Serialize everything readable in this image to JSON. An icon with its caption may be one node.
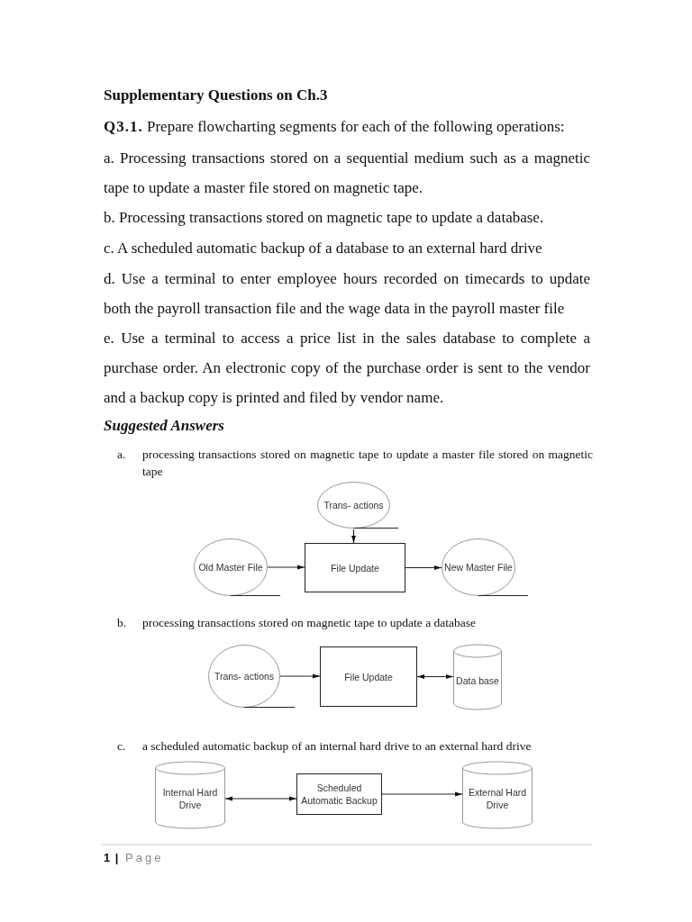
{
  "diagram": {
    "title": "Supplementary Questions on Ch.3",
    "nodes": [
      {
        "text": [
          "Trans- actions"
        ]
      },
      {
        "text": [
          "Old Master File"
        ]
      },
      {
        "text": [
          "File Update"
        ]
      },
      {
        "text": [
          "New Master File"
        ]
      },
      {
        "text": [
          "Trans- actions"
        ]
      },
      {
        "text": [
          "File Update"
        ]
      },
      {
        "text": [
          "Data base"
        ]
      },
      {
        "text": [
          "Internal Hard Drive"
        ]
      },
      {
        "text": [
          "Scheduled Automatic Backup"
        ]
      },
      {
        "text": [
          "External Hard Drive"
        ]
      }
    ],
    "edges": [
      {
        "from": 0,
        "to": 2,
        "arrow": "to"
      },
      {
        "from": 1,
        "to": 2,
        "arrow": "to"
      },
      {
        "from": 2,
        "to": 3,
        "arrow": "to"
      },
      {
        "from": 4,
        "to": 5,
        "arrow": "to"
      },
      {
        "from": 5,
        "to": 6,
        "arrow": "both"
      },
      {
        "from": 7,
        "to": 8,
        "arrow": "both"
      },
      {
        "from": 8,
        "to": 9,
        "arrow": "to"
      }
    ],
    "labels": [
      "**Q3.1.** Prepare flowcharting segments for each of the following operations:",
      "a. Processing transactions stored on a sequential medium such as a magnetic tape to update a master file stored on magnetic tape.",
      "b. Processing transactions stored on magnetic tape to update a database.",
      "c. A scheduled automatic backup of a database to an external hard drive",
      "d. Use a terminal to enter employee hours recorded on timecards to update both the payroll transaction file and the wage data in the payroll master file",
      "e. Use a terminal to access a price list in the sales database to complete a purchase order. An electronic copy of the purchase order is sent to the vendor and a backup copy is printed and filed by vendor name.",
      "Suggested Answers",
      "a.",
      "processing transactions stored on magnetic tape to update a master file stored on magnetic tape",
      "b.",
      "processing transactions stored on magnetic tape to update a database",
      "c.",
      "a scheduled automatic backup of an internal hard drive to an external hard drive",
      "**1 |** Page"
    ]
  }
}
